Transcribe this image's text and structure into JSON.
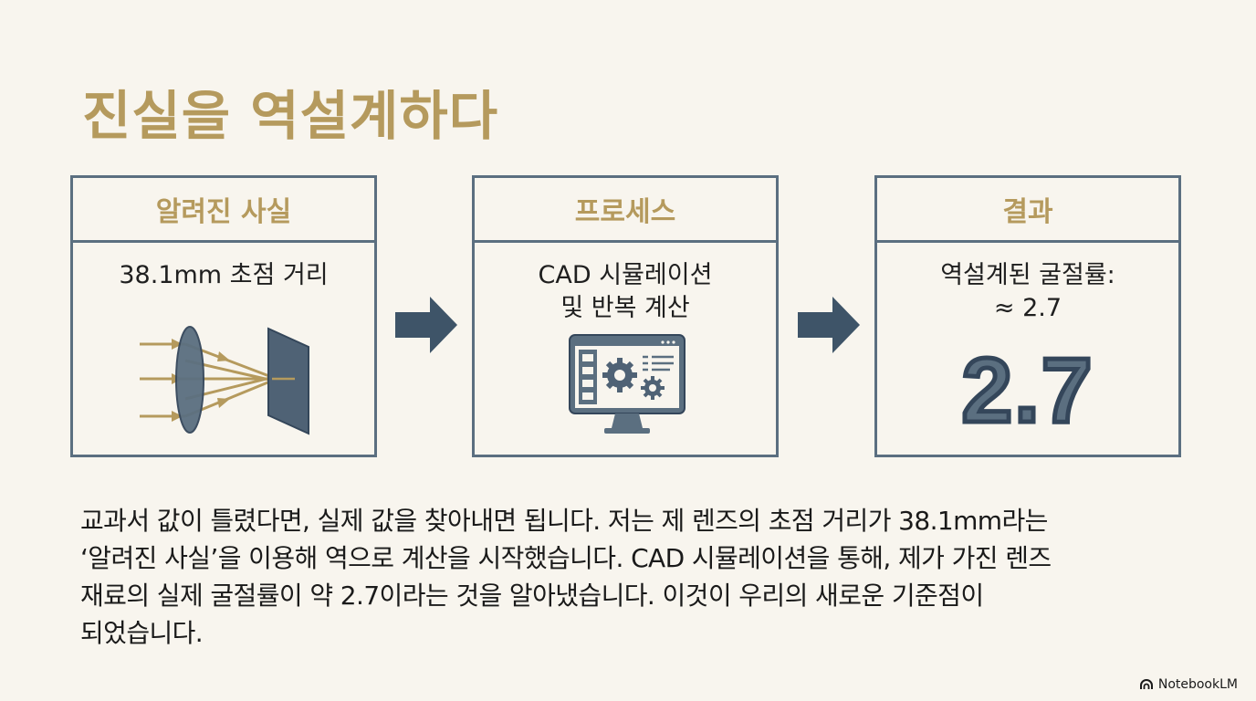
{
  "title": "진실을 역설계하다",
  "boxes": [
    {
      "header": "알려진 사실",
      "text": "38.1mm 초점 거리"
    },
    {
      "header": "프로세스",
      "text_line1": "CAD 시뮬레이션",
      "text_line2": "및 반복 계산"
    },
    {
      "header": "결과",
      "text_line1": "역설계된 굴절률:",
      "text_line2": "≈ 2.7",
      "big_value": "2.7"
    }
  ],
  "body": [
    "교과서 값이 틀렸다면, 실제 값을 찾아내면 됩니다. 저는 제 렌즈의 초점 거리가 38.1mm라는",
    "‘알려진 사실’을 이용해 역으로 계산을 시작했습니다. CAD 시뮬레이션을 통해, 제가 가진 렌즈",
    "재료의 실제 굴절률이 약 2.7이라는 것을 알아냈습니다. 이것이 우리의 새로운 기준점이",
    "되었습니다."
  ],
  "footer": {
    "brand": "NotebookLM",
    "icon": "notebooklm-logo-icon"
  },
  "colors": {
    "accent_gold": "#b59a5d",
    "slate": "#5b6f80",
    "background": "#f8f5ee"
  }
}
